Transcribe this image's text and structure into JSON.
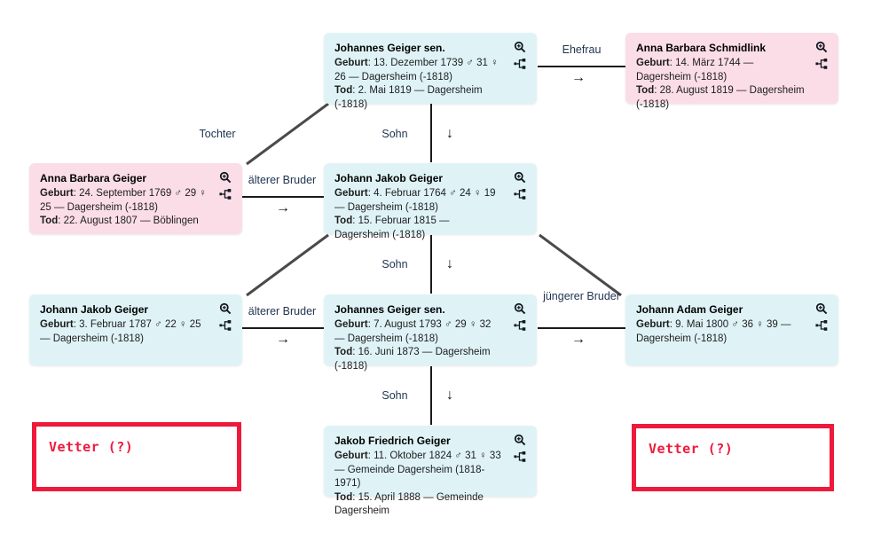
{
  "palette": {
    "male_card_bg": "#dff3f7",
    "female_card_bg": "#fbdde8",
    "connector": "#1a1a1a",
    "diagonal": "#4a4a4a",
    "label_text": "#1f3350",
    "annotation_red": "#ee1a3c"
  },
  "icons": {
    "zoom": "magnifier-plus-icon",
    "tree": "family-tree-icon"
  },
  "persons": {
    "johannes_sen_1739": {
      "name": "Johannes Geiger sen.",
      "birth_label": "Geburt",
      "birth_value": ": 13. Dezember 1739 ♂ 31 ♀ 26 — Dagersheim (-1818)",
      "death_label": "Tod",
      "death_value": ": 2. Mai 1819 — Dagersheim (-1818)",
      "sex": "male"
    },
    "anna_barbara_schmidlink": {
      "name": "Anna Barbara Schmidlink",
      "birth_label": "Geburt",
      "birth_value": ": 14. März 1744 — Dagersheim (-1818)",
      "death_label": "Tod",
      "death_value": ": 28. August 1819 — Dagersheim (-1818)",
      "sex": "female"
    },
    "anna_barbara_geiger": {
      "name": "Anna Barbara Geiger",
      "birth_label": "Geburt",
      "birth_value": ": 24. September 1769 ♂ 29 ♀ 25 — Dagersheim (-1818)",
      "death_label": "Tod",
      "death_value": ": 22. August 1807 — Böblingen",
      "sex": "female"
    },
    "johann_jakob_1764": {
      "name": "Johann Jakob Geiger",
      "birth_label": "Geburt",
      "birth_value": ": 4. Februar 1764 ♂ 24 ♀ 19 — Dagersheim (-1818)",
      "death_label": "Tod",
      "death_value": ": 15. Februar 1815 — Dagersheim (-1818)",
      "sex": "male"
    },
    "johann_jakob_1787": {
      "name": "Johann Jakob Geiger",
      "birth_label": "Geburt",
      "birth_value": ": 3. Februar 1787 ♂ 22 ♀ 25 — Dagersheim (-1818)",
      "death_label": "",
      "death_value": "",
      "sex": "male"
    },
    "johannes_sen_1793": {
      "name": "Johannes Geiger sen.",
      "birth_label": "Geburt",
      "birth_value": ": 7. August 1793 ♂ 29 ♀ 32 — Dagersheim (-1818)",
      "death_label": "Tod",
      "death_value": ": 16. Juni 1873 — Dagersheim (-1818)",
      "sex": "male"
    },
    "johann_adam_1800": {
      "name": "Johann Adam Geiger",
      "birth_label": "Geburt",
      "birth_value": ": 9. Mai 1800 ♂ 36 ♀ 39 — Dagersheim (-1818)",
      "death_label": "",
      "death_value": "",
      "sex": "male"
    },
    "jakob_friedrich_1824": {
      "name": "Jakob Friedrich Geiger",
      "birth_label": "Geburt",
      "birth_value": ": 11. Oktober 1824 ♂ 31 ♀ 33 — Gemeinde Dagersheim (1818-1971)",
      "death_label": "Tod",
      "death_value": ": 15. April 1888 — Gemeinde Dagersheim",
      "sex": "male"
    }
  },
  "relations": {
    "ehefrau": "Ehefrau",
    "tochter": "Tochter",
    "sohn_1": "Sohn",
    "sohn_2": "Sohn",
    "sohn_3": "Sohn",
    "aelterer_bruder_1": "älterer Bruder",
    "aelterer_bruder_2": "älterer Bruder",
    "juengerer_bruder": "jüngerer Bruder",
    "arrow_right": "→",
    "arrow_down": "↓"
  },
  "annotations": {
    "left": "Vetter (?)",
    "right": "Vetter (?)"
  }
}
